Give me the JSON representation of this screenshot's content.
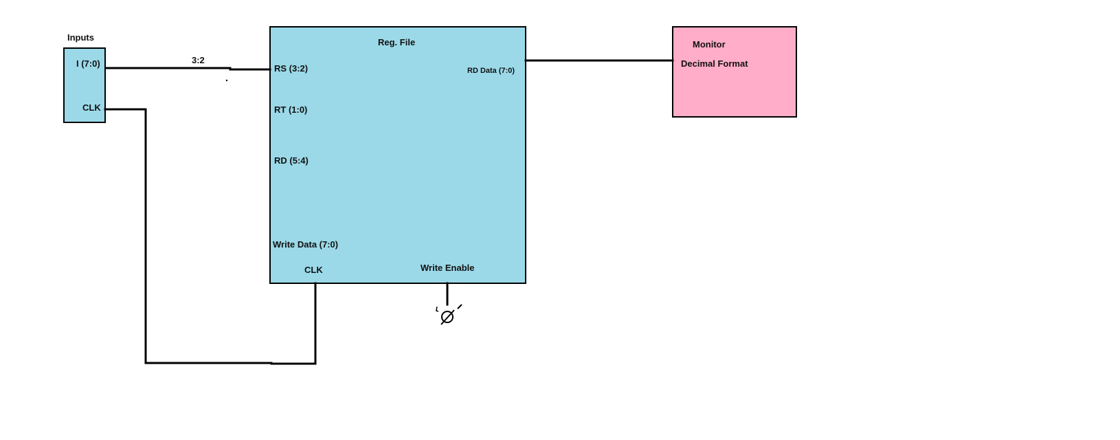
{
  "colors": {
    "block_fill": "#9bd9e8",
    "monitor_fill": "#ffadc8",
    "wire": "#000000",
    "outline": "#000000"
  },
  "inputs": {
    "title": "Inputs",
    "port_i": "I (7:0)",
    "port_clk": "CLK"
  },
  "wire_label": "3:2",
  "reg_file": {
    "title": "Reg. File",
    "port_rs": "RS (3:2)",
    "port_rt": "RT (1:0)",
    "port_rd": "RD (5:4)",
    "port_write_data": "Write Data (7:0)",
    "port_clk": "CLK",
    "port_write_enable": "Write Enable",
    "port_rd_data": "RD Data (7:0)"
  },
  "monitor": {
    "title": "Monitor",
    "subtitle": "Decimal Format"
  },
  "write_enable_icon": "empty-set-icon"
}
